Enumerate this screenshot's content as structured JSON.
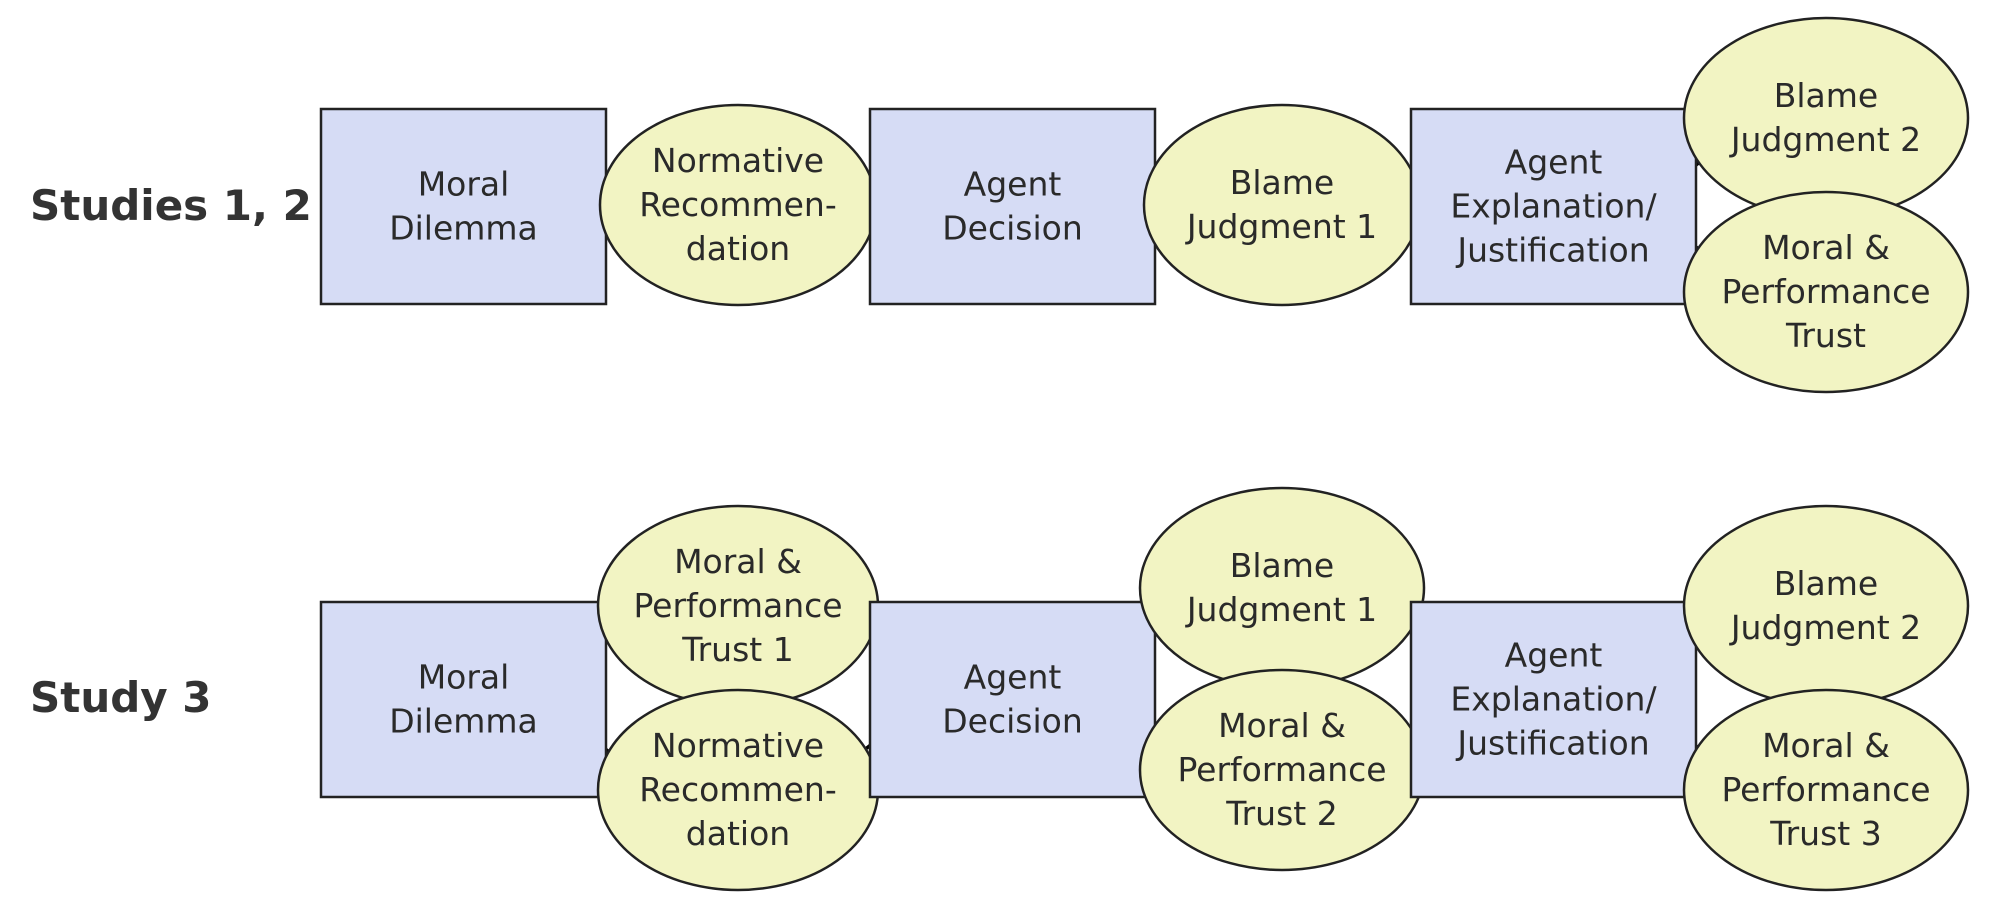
{
  "rows": [
    {
      "label": "Studies 1, 2",
      "nodes": [
        {
          "id": "moral-dilemma",
          "lines": [
            "Moral",
            "Dilemma"
          ]
        },
        {
          "id": "normative-recommendation",
          "lines": [
            "Normative",
            "Recommen-",
            "dation"
          ]
        },
        {
          "id": "agent-decision",
          "lines": [
            "Agent",
            "Decision"
          ]
        },
        {
          "id": "blame-judgment-1",
          "lines": [
            "Blame",
            "Judgment 1"
          ]
        },
        {
          "id": "agent-explanation",
          "lines": [
            "Agent",
            "Explanation/",
            "Justification"
          ]
        },
        {
          "id": "blame-judgment-2",
          "lines": [
            "Blame",
            "Judgment 2"
          ]
        },
        {
          "id": "moral-performance-trust",
          "lines": [
            "Moral &",
            "Performance",
            "Trust"
          ]
        }
      ]
    },
    {
      "label": "Study 3",
      "nodes": [
        {
          "id": "moral-dilemma",
          "lines": [
            "Moral",
            "Dilemma"
          ]
        },
        {
          "id": "moral-performance-trust-1",
          "lines": [
            "Moral &",
            "Performance",
            "Trust 1"
          ]
        },
        {
          "id": "normative-recommendation",
          "lines": [
            "Normative",
            "Recommen-",
            "dation"
          ]
        },
        {
          "id": "agent-decision",
          "lines": [
            "Agent",
            "Decision"
          ]
        },
        {
          "id": "blame-judgment-1",
          "lines": [
            "Blame",
            "Judgment 1"
          ]
        },
        {
          "id": "moral-performance-trust-2",
          "lines": [
            "Moral &",
            "Performance",
            "Trust 2"
          ]
        },
        {
          "id": "agent-explanation",
          "lines": [
            "Agent",
            "Explanation/",
            "Justification"
          ]
        },
        {
          "id": "blame-judgment-2",
          "lines": [
            "Blame",
            "Judgment 2"
          ]
        },
        {
          "id": "moral-performance-trust-3",
          "lines": [
            "Moral &",
            "Performance",
            "Trust 3"
          ]
        }
      ]
    }
  ]
}
